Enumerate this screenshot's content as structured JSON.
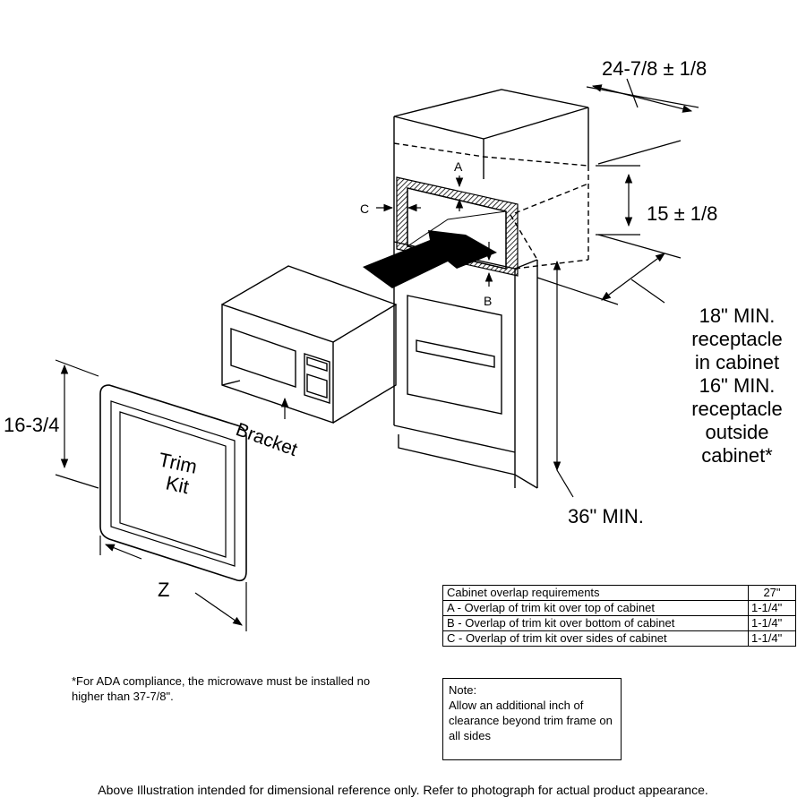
{
  "dimensions": {
    "depth": "24-7/8 ± 1/8",
    "height": "15 ± 1/8",
    "trim_height": "16-3/4",
    "trim_width": "Z",
    "floor_min": "36\" MIN."
  },
  "labels": {
    "a": "A",
    "b": "B",
    "c": "C",
    "trim_kit_line1": "Trim",
    "trim_kit_line2": "Kit",
    "bracket": "Bracket"
  },
  "receptacle_note": [
    "18\" MIN.",
    "receptacle",
    "in cabinet",
    "16\" MIN.",
    "receptacle",
    "outside",
    "cabinet*"
  ],
  "overlap_table": {
    "header": {
      "label": "Cabinet overlap requirements",
      "value": "27\""
    },
    "rows": [
      {
        "label": "A - Overlap of trim kit over top of cabinet",
        "value": "1-1/4\""
      },
      {
        "label": "B - Overlap of trim kit over bottom of cabinet",
        "value": "1-1/4\""
      },
      {
        "label": "C - Overlap of trim kit over sides of cabinet",
        "value": "1-1/4\""
      }
    ]
  },
  "ada_note": "*For ADA compliance, the microwave must be installed no higher than 37-7/8\".",
  "note": {
    "title": "Note:",
    "body": "Allow an additional inch of clearance beyond trim frame on all sides"
  },
  "footer": "Above Illustration intended for dimensional reference only. Refer to photograph for actual product appearance."
}
